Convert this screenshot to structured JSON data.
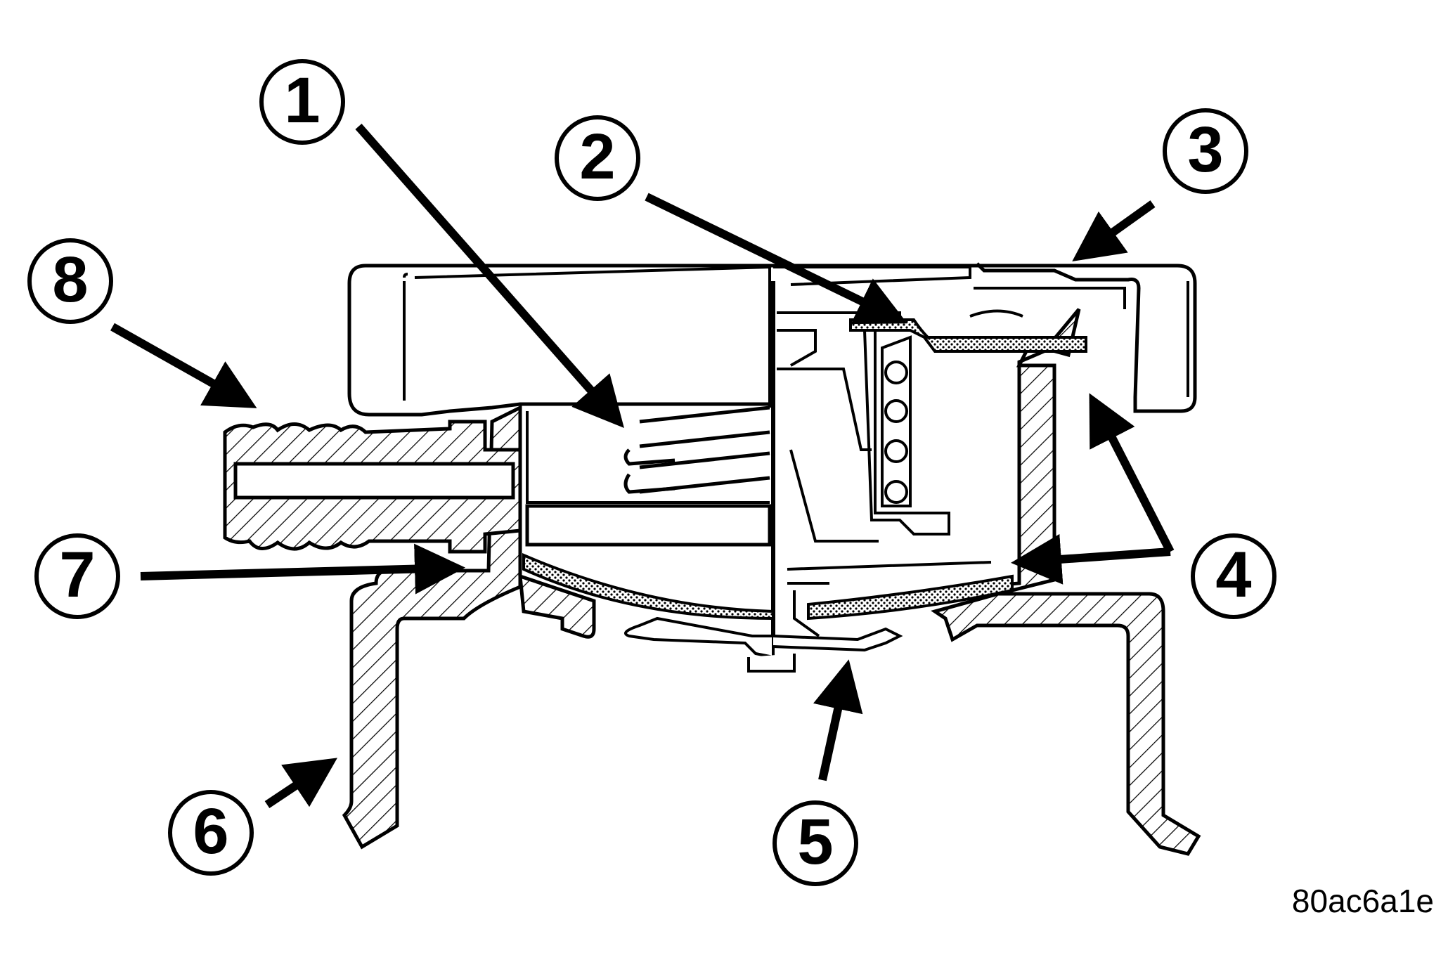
{
  "callouts": [
    {
      "id": "1",
      "label": "1"
    },
    {
      "id": "2",
      "label": "2"
    },
    {
      "id": "3",
      "label": "3"
    },
    {
      "id": "4",
      "label": "4"
    },
    {
      "id": "5",
      "label": "5"
    },
    {
      "id": "6",
      "label": "6"
    },
    {
      "id": "7",
      "label": "7"
    },
    {
      "id": "8",
      "label": "8"
    }
  ],
  "figure_id": "80ac6a1e",
  "colors": {
    "ink": "#000000",
    "paper": "#ffffff"
  }
}
